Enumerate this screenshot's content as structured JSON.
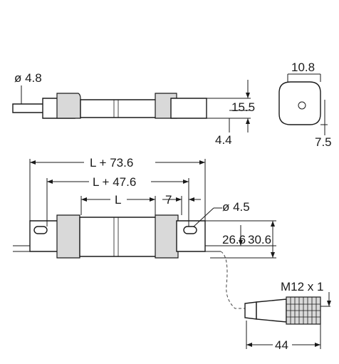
{
  "labels": {
    "cable_diameter": "ø 4.8",
    "width_top": "10.8",
    "height_top": "15.5",
    "depth_top": "4.4",
    "end_depth": "7.5",
    "overall_length": "L + 73.6",
    "hole_spacing": "L + 47.6",
    "length_l": "L",
    "offset_7": "7",
    "hole_diameter": "ø 4.5",
    "height_26": "26.6",
    "height_30": "30.6",
    "thread": "M12 x 1",
    "connector_length": "44"
  }
}
